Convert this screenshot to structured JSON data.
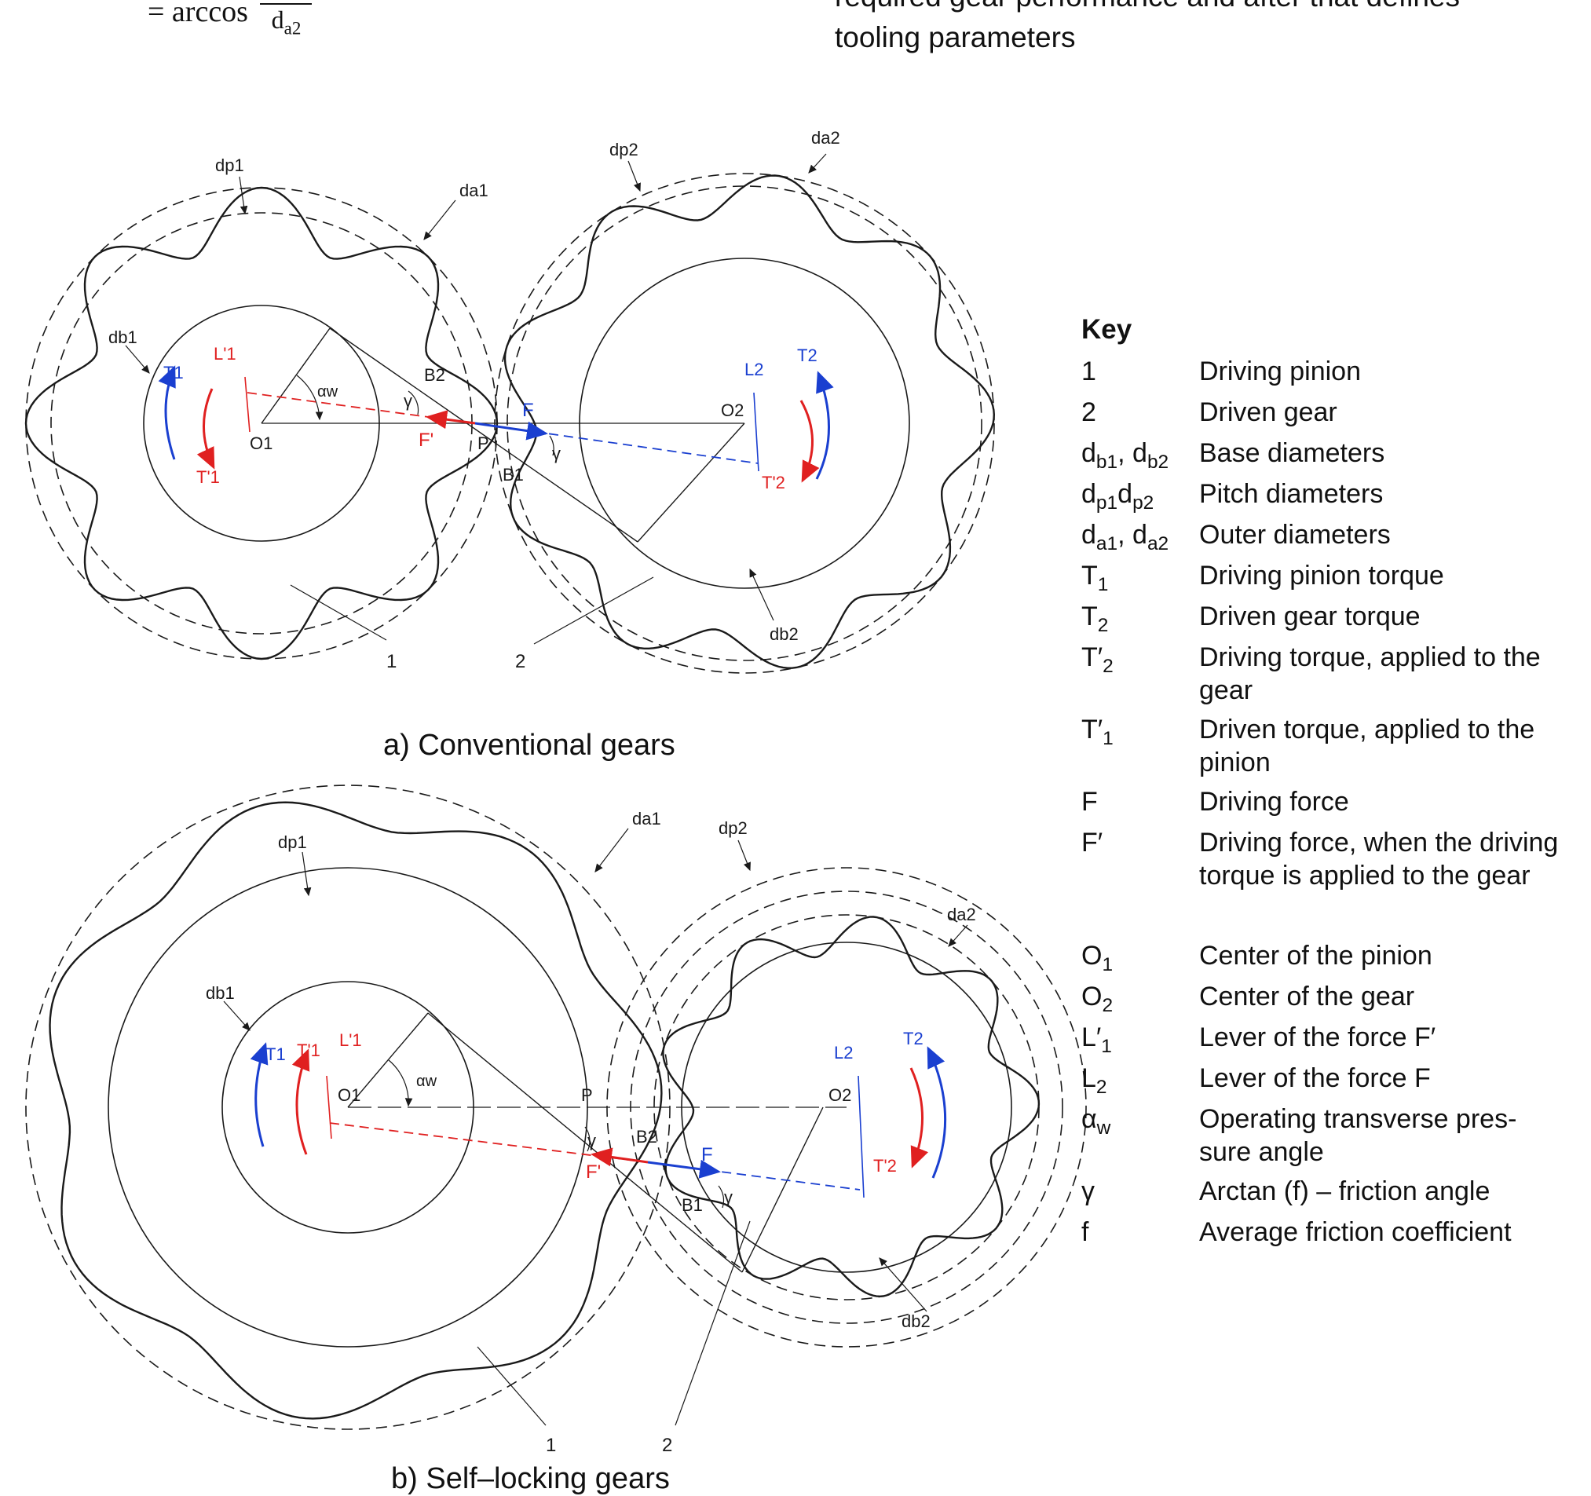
{
  "top": {
    "formula_prefix": "= arccos",
    "formula_den": "d",
    "formula_den_sub": "a2",
    "text_line1": "required gear performance and after that defines",
    "text_line2": "tooling parameters"
  },
  "fig_a": {
    "caption": "a)  Conventional gears",
    "labels": {
      "dp1": "dp1",
      "da1": "da1",
      "db1": "db1",
      "dp2": "dp2",
      "da2": "da2",
      "db2": "db2",
      "T1": "T1",
      "L1p": "L'1",
      "T1p": "T'1",
      "O1": "O1",
      "aw": "αw",
      "B2": "B2",
      "gamma": "γ",
      "F": "F",
      "Fp": "F'",
      "P": "P",
      "B1": "B1",
      "O2": "O2",
      "L2": "L2",
      "T2": "T2",
      "T2p": "T'2",
      "n1": "1",
      "n2": "2"
    }
  },
  "fig_b": {
    "caption": "b)  Self–locking gears",
    "labels": {
      "dp1": "dp1",
      "da1": "da1",
      "db1": "db1",
      "dp2": "dp2",
      "da2": "da2",
      "db2": "db2",
      "T1": "T1",
      "T1p": "T'1",
      "L1p": "L'1",
      "O1": "O1",
      "aw": "αw",
      "P": "P",
      "B2": "B2",
      "gamma": "γ",
      "Fp": "F'",
      "F": "F",
      "B1": "B1",
      "O2": "O2",
      "L2": "L2",
      "T2": "T2",
      "T2p": "T'2",
      "n1": "1",
      "n2": "2"
    }
  },
  "key": {
    "title": "Key",
    "rows": [
      {
        "sym": "1",
        "desc": "Driving pinion"
      },
      {
        "sym": "2",
        "desc": "Driven gear"
      },
      {
        "sym": "d_{b1}, d_{b2}",
        "desc": "Base diameters"
      },
      {
        "sym": "d_{p1}d_{p2}",
        "desc": "Pitch diameters"
      },
      {
        "sym": "d_{a1}, d_{a2}",
        "desc": "Outer diameters"
      },
      {
        "sym": "T_{1}",
        "desc": "Driving pinion torque"
      },
      {
        "sym": "T_{2}",
        "desc": "Driven gear torque"
      },
      {
        "sym": "T′_{2}",
        "desc": "Driving torque, applied to the gear"
      },
      {
        "sym": "T′_{1}",
        "desc": "Driven torque, applied to the pinion"
      },
      {
        "sym": "F",
        "desc": "Driving force"
      },
      {
        "sym": "F′",
        "desc": "Driving force, when the driving torque is applied to the gear"
      },
      {
        "sym": "O_{1}",
        "desc": "Center of the pinion"
      },
      {
        "sym": "O_{2}",
        "desc": "Center of the gear"
      },
      {
        "sym": "L′_{1}",
        "desc": "Lever of the force F′"
      },
      {
        "sym": "L_{2}",
        "desc": "Lever of the force F"
      },
      {
        "sym": "α_{w}",
        "desc": "Operating transverse pres-sure angle"
      },
      {
        "sym": "γ",
        "desc": "Arctan (f) – friction angle"
      },
      {
        "sym": "f",
        "desc": "Average friction coefficient"
      }
    ]
  },
  "colors": {
    "red": "#e02020",
    "blue": "#1a3fd0",
    "ink": "#1a1a1a"
  }
}
